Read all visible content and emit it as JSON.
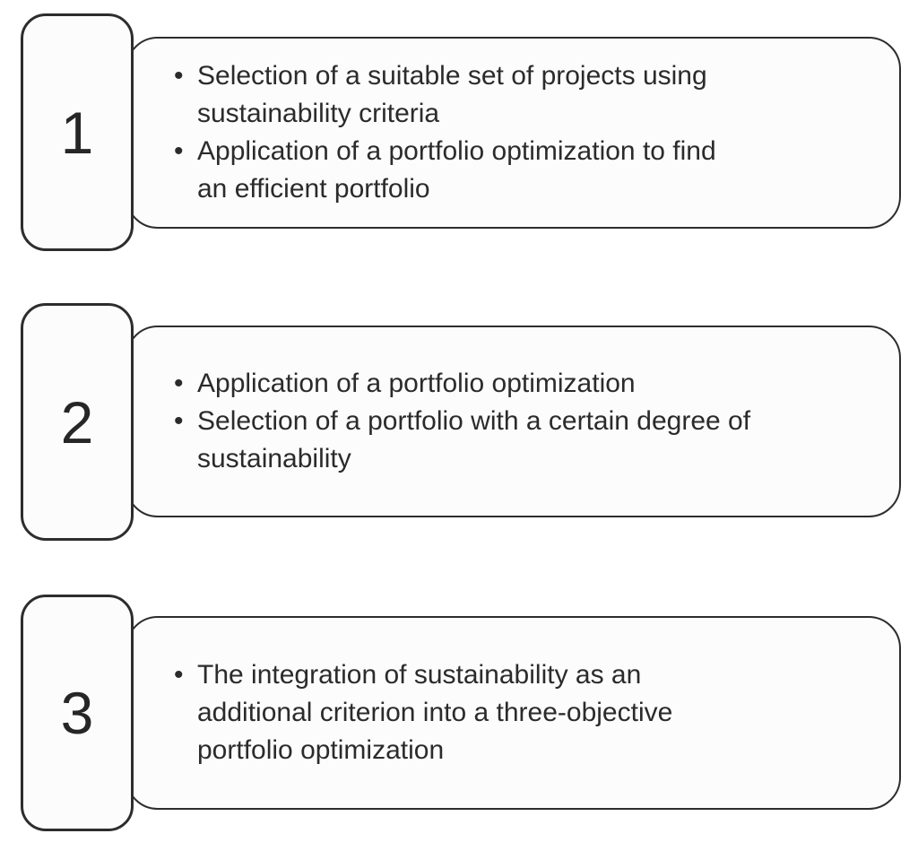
{
  "diagram": {
    "background_color": "#ffffff",
    "box_fill_color": "#fcfcfc",
    "border_color": "#2d2d2d",
    "text_color": "#2b2b2b",
    "steps": [
      {
        "number": "1",
        "bullets": [
          "Selection of a suitable set of projects using\nsustainability criteria",
          "Application of a portfolio optimization to find\nan efficient portfolio"
        ]
      },
      {
        "number": "2",
        "bullets": [
          "Application of a portfolio optimization",
          "Selection of a portfolio with a certain degree of\nsustainability"
        ]
      },
      {
        "number": "3",
        "bullets": [
          "The integration of sustainability as an\nadditional criterion into a three-objective\nportfolio optimization"
        ]
      }
    ]
  }
}
